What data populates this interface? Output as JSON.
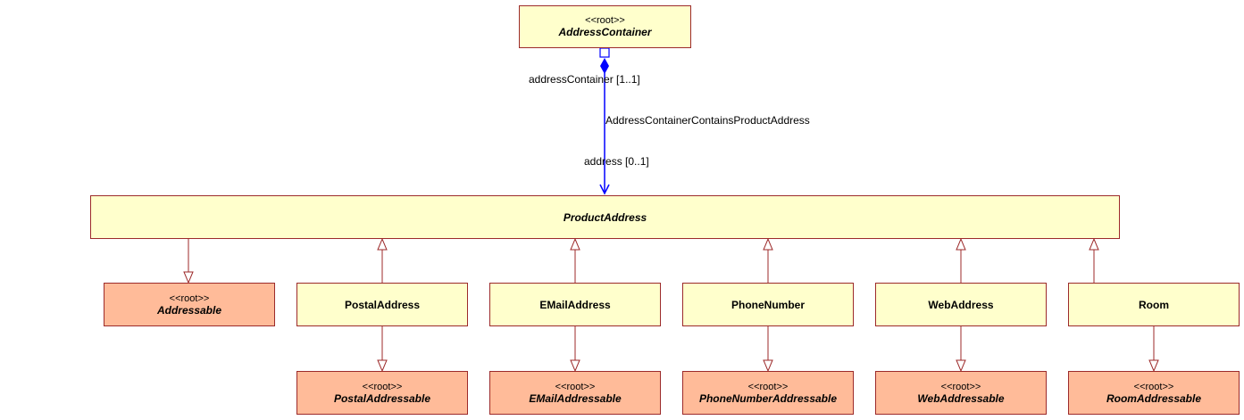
{
  "root": {
    "stereotype": "<<root>>",
    "name": "AddressContainer"
  },
  "association": {
    "name": "AddressContainerContainsProductAddress",
    "source_role": "addressContainer [1..1]",
    "target_role": "address [0..1]",
    "color": "#0000ff"
  },
  "product_address": {
    "name": "ProductAddress"
  },
  "addressable": {
    "stereotype": "<<root>>",
    "name": "Addressable"
  },
  "subclasses": [
    {
      "name": "PostalAddress",
      "root": {
        "stereotype": "<<root>>",
        "name": "PostalAddressable"
      }
    },
    {
      "name": "EMailAddress",
      "root": {
        "stereotype": "<<root>>",
        "name": "EMailAddressable"
      }
    },
    {
      "name": "PhoneNumber",
      "root": {
        "stereotype": "<<root>>",
        "name": "PhoneNumberAddressable"
      }
    },
    {
      "name": "WebAddress",
      "root": {
        "stereotype": "<<root>>",
        "name": "WebAddressable"
      }
    },
    {
      "name": "Room",
      "root": {
        "stereotype": "<<root>>",
        "name": "RoomAddressable"
      }
    }
  ],
  "colors": {
    "class_fill": "#ffffcc",
    "root_fill": "#ffbb99",
    "border": "#9c2a2a",
    "link": "#0000ff"
  }
}
